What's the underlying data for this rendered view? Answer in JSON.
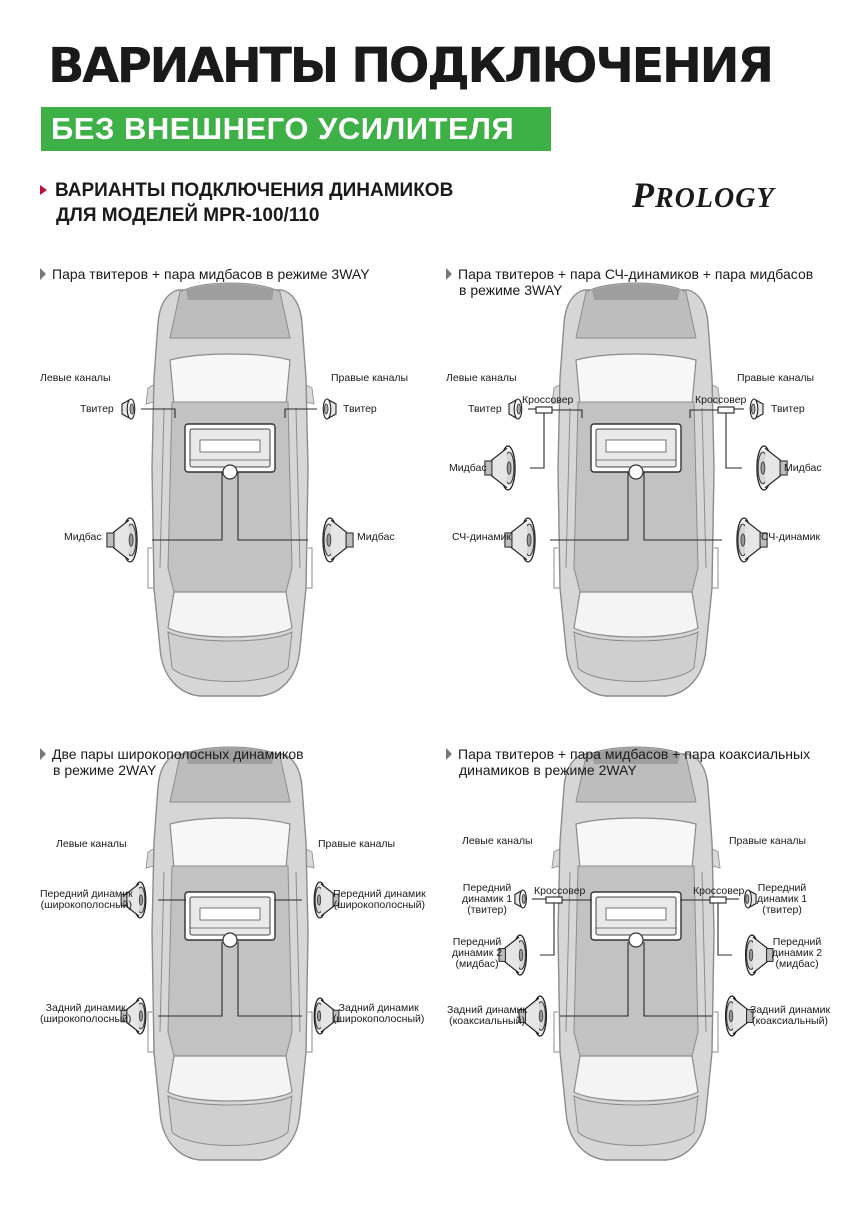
{
  "header": {
    "title": "ВАРИАНТЫ ПОДКЛЮЧЕНИЯ",
    "banner": "БЕЗ ВНЕШНЕГО УСИЛИТЕЛЯ",
    "banner_color": "#3db046",
    "section_line1": "ВАРИАНТЫ ПОДКЛЮЧЕНИЯ ДИНАМИКОВ",
    "section_line2": "ДЛЯ МОДЕЛЕЙ MPR-100/110",
    "bullet_color": "#c0103a",
    "logo_big": "P",
    "logo_rest": "ROLOGY"
  },
  "panels": [
    {
      "heading_line1": "Пара твитеров + пара мидбасов в режиме 3WAY",
      "heading_line2": "",
      "left_channels": "Левые каналы",
      "right_channels": "Правые каналы",
      "labels": {
        "tw_l": "Твитер",
        "tw_r": "Твитер",
        "mb_l": "Мидбас",
        "mb_r": "Мидбас"
      }
    },
    {
      "heading_line1": "Пара твитеров + пара СЧ-динамиков + пара мидбасов",
      "heading_line2": "в режиме 3WAY",
      "left_channels": "Левые каналы",
      "right_channels": "Правые каналы",
      "labels": {
        "tw_l": "Твитер",
        "tw_r": "Твитер",
        "cross_l": "Кроссовер",
        "cross_r": "Кроссовер",
        "mb_l": "Мидбас",
        "mb_r": "Мидбас",
        "mid_l": "СЧ-динамик",
        "mid_r": "СЧ-динамик"
      }
    },
    {
      "heading_line1": "Две пары широкополосных динамиков",
      "heading_line2": "в режиме 2WAY",
      "left_channels": "Левые каналы",
      "right_channels": "Правые каналы",
      "labels": {
        "front_l_1": "Передний динамик",
        "front_l_2": "(широкополосный)",
        "front_r_1": "Передний динамик",
        "front_r_2": "(широкополосный)",
        "rear_l_1": "Задний динамик",
        "rear_l_2": "(широкополосный)",
        "rear_r_1": "Задний динамик",
        "rear_r_2": "(широкополосный)"
      }
    },
    {
      "heading_line1": "Пара твитеров + пара мидбасов + пара коаксиальных",
      "heading_line2": "динамиков в режиме 2WAY",
      "left_channels": "Левые каналы",
      "right_channels": "Правые каналы",
      "labels": {
        "f1_l_1": "Передний",
        "f1_l_2": "динамик 1",
        "f1_l_3": "(твитер)",
        "f1_r_1": "Передний",
        "f1_r_2": "динамик 1",
        "f1_r_3": "(твитер)",
        "cross_l": "Кроссовер",
        "cross_r": "Кроссовер",
        "f2_l_1": "Передний",
        "f2_l_2": "динамик 2",
        "f2_l_3": "(мидбас)",
        "f2_r_1": "Передний",
        "f2_r_2": "динамик 2",
        "f2_r_3": "(мидбас)",
        "rear_l_1": "Задний динамик",
        "rear_l_2": "(коаксиальный)",
        "rear_r_1": "Задний динамик",
        "rear_r_2": "(коаксиальный)"
      }
    }
  ]
}
